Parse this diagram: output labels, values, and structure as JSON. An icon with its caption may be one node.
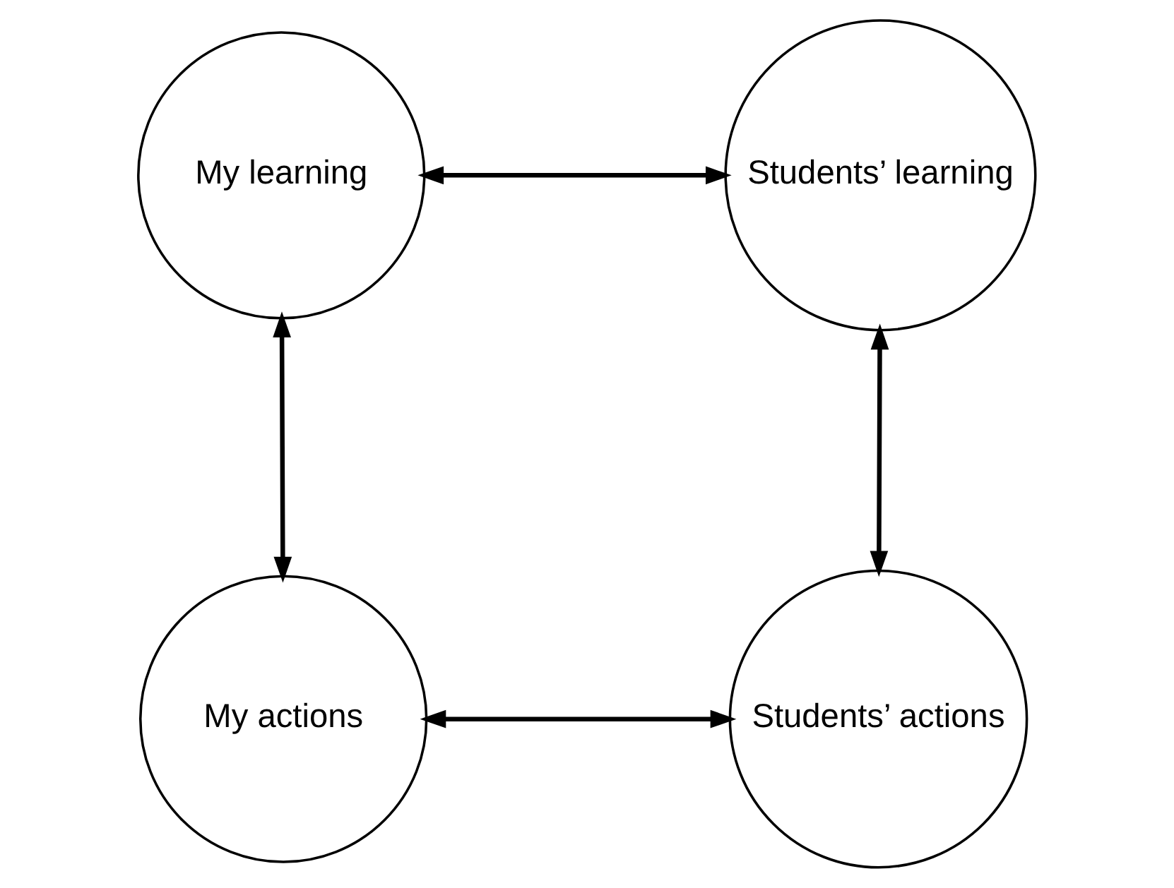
{
  "diagram": {
    "nodes": [
      {
        "text": [
          "My learning"
        ]
      },
      {
        "text": [
          "Students’ learning"
        ]
      },
      {
        "text": [
          "My actions"
        ]
      },
      {
        "text": [
          "Students’ actions"
        ]
      }
    ],
    "edges": [
      {
        "from": 0,
        "to": 1,
        "arrow": "both"
      },
      {
        "from": 0,
        "to": 2,
        "arrow": "both"
      },
      {
        "from": 1,
        "to": 3,
        "arrow": "both"
      },
      {
        "from": 2,
        "to": 3,
        "arrow": "both"
      }
    ]
  }
}
